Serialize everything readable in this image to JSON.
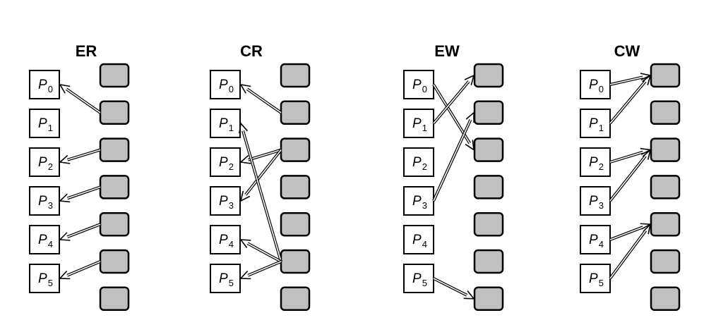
{
  "panels": [
    {
      "title": "ER",
      "processors": [
        "P0",
        "P1",
        "P2",
        "P3",
        "P4",
        "P5"
      ],
      "memory_cells": 7,
      "arrows": [
        {
          "from": "memory",
          "mem_index": 1,
          "to": "processor",
          "proc_index": 0
        },
        {
          "from": "memory",
          "mem_index": 2,
          "to": "processor",
          "proc_index": 2
        },
        {
          "from": "memory",
          "mem_index": 3,
          "to": "processor",
          "proc_index": 3
        },
        {
          "from": "memory",
          "mem_index": 4,
          "to": "processor",
          "proc_index": 4
        },
        {
          "from": "memory",
          "mem_index": 5,
          "to": "processor",
          "proc_index": 5
        }
      ]
    },
    {
      "title": "CR",
      "processors": [
        "P0",
        "P1",
        "P2",
        "P3",
        "P4",
        "P5"
      ],
      "memory_cells": 7,
      "arrows": [
        {
          "from": "memory",
          "mem_index": 1,
          "to": "processor",
          "proc_index": 0
        },
        {
          "from": "memory",
          "mem_index": 2,
          "to": "processor",
          "proc_index": 2
        },
        {
          "from": "memory",
          "mem_index": 2,
          "to": "processor",
          "proc_index": 3
        },
        {
          "from": "memory",
          "mem_index": 5,
          "to": "processor",
          "proc_index": 1
        },
        {
          "from": "memory",
          "mem_index": 5,
          "to": "processor",
          "proc_index": 4
        },
        {
          "from": "memory",
          "mem_index": 5,
          "to": "processor",
          "proc_index": 5
        }
      ]
    },
    {
      "title": "EW",
      "processors": [
        "P0",
        "P1",
        "P2",
        "P3",
        "P4",
        "P5"
      ],
      "memory_cells": 7,
      "arrows": [
        {
          "from": "processor",
          "proc_index": 0,
          "to": "memory",
          "mem_index": 2
        },
        {
          "from": "processor",
          "proc_index": 1,
          "to": "memory",
          "mem_index": 0
        },
        {
          "from": "processor",
          "proc_index": 3,
          "to": "memory",
          "mem_index": 1
        },
        {
          "from": "processor",
          "proc_index": 5,
          "to": "memory",
          "mem_index": 6
        }
      ]
    },
    {
      "title": "CW",
      "processors": [
        "P0",
        "P1",
        "P2",
        "P3",
        "P4",
        "P5"
      ],
      "memory_cells": 7,
      "arrows": [
        {
          "from": "processor",
          "proc_index": 0,
          "to": "memory",
          "mem_index": 0
        },
        {
          "from": "processor",
          "proc_index": 1,
          "to": "memory",
          "mem_index": 0
        },
        {
          "from": "processor",
          "proc_index": 2,
          "to": "memory",
          "mem_index": 2
        },
        {
          "from": "processor",
          "proc_index": 3,
          "to": "memory",
          "mem_index": 2
        },
        {
          "from": "processor",
          "proc_index": 4,
          "to": "memory",
          "mem_index": 4
        },
        {
          "from": "processor",
          "proc_index": 5,
          "to": "memory",
          "mem_index": 4
        }
      ]
    }
  ],
  "colors": {
    "memory_fill": "#c0c0c0",
    "processor_fill": "#ffffff",
    "stroke": "#000000"
  }
}
